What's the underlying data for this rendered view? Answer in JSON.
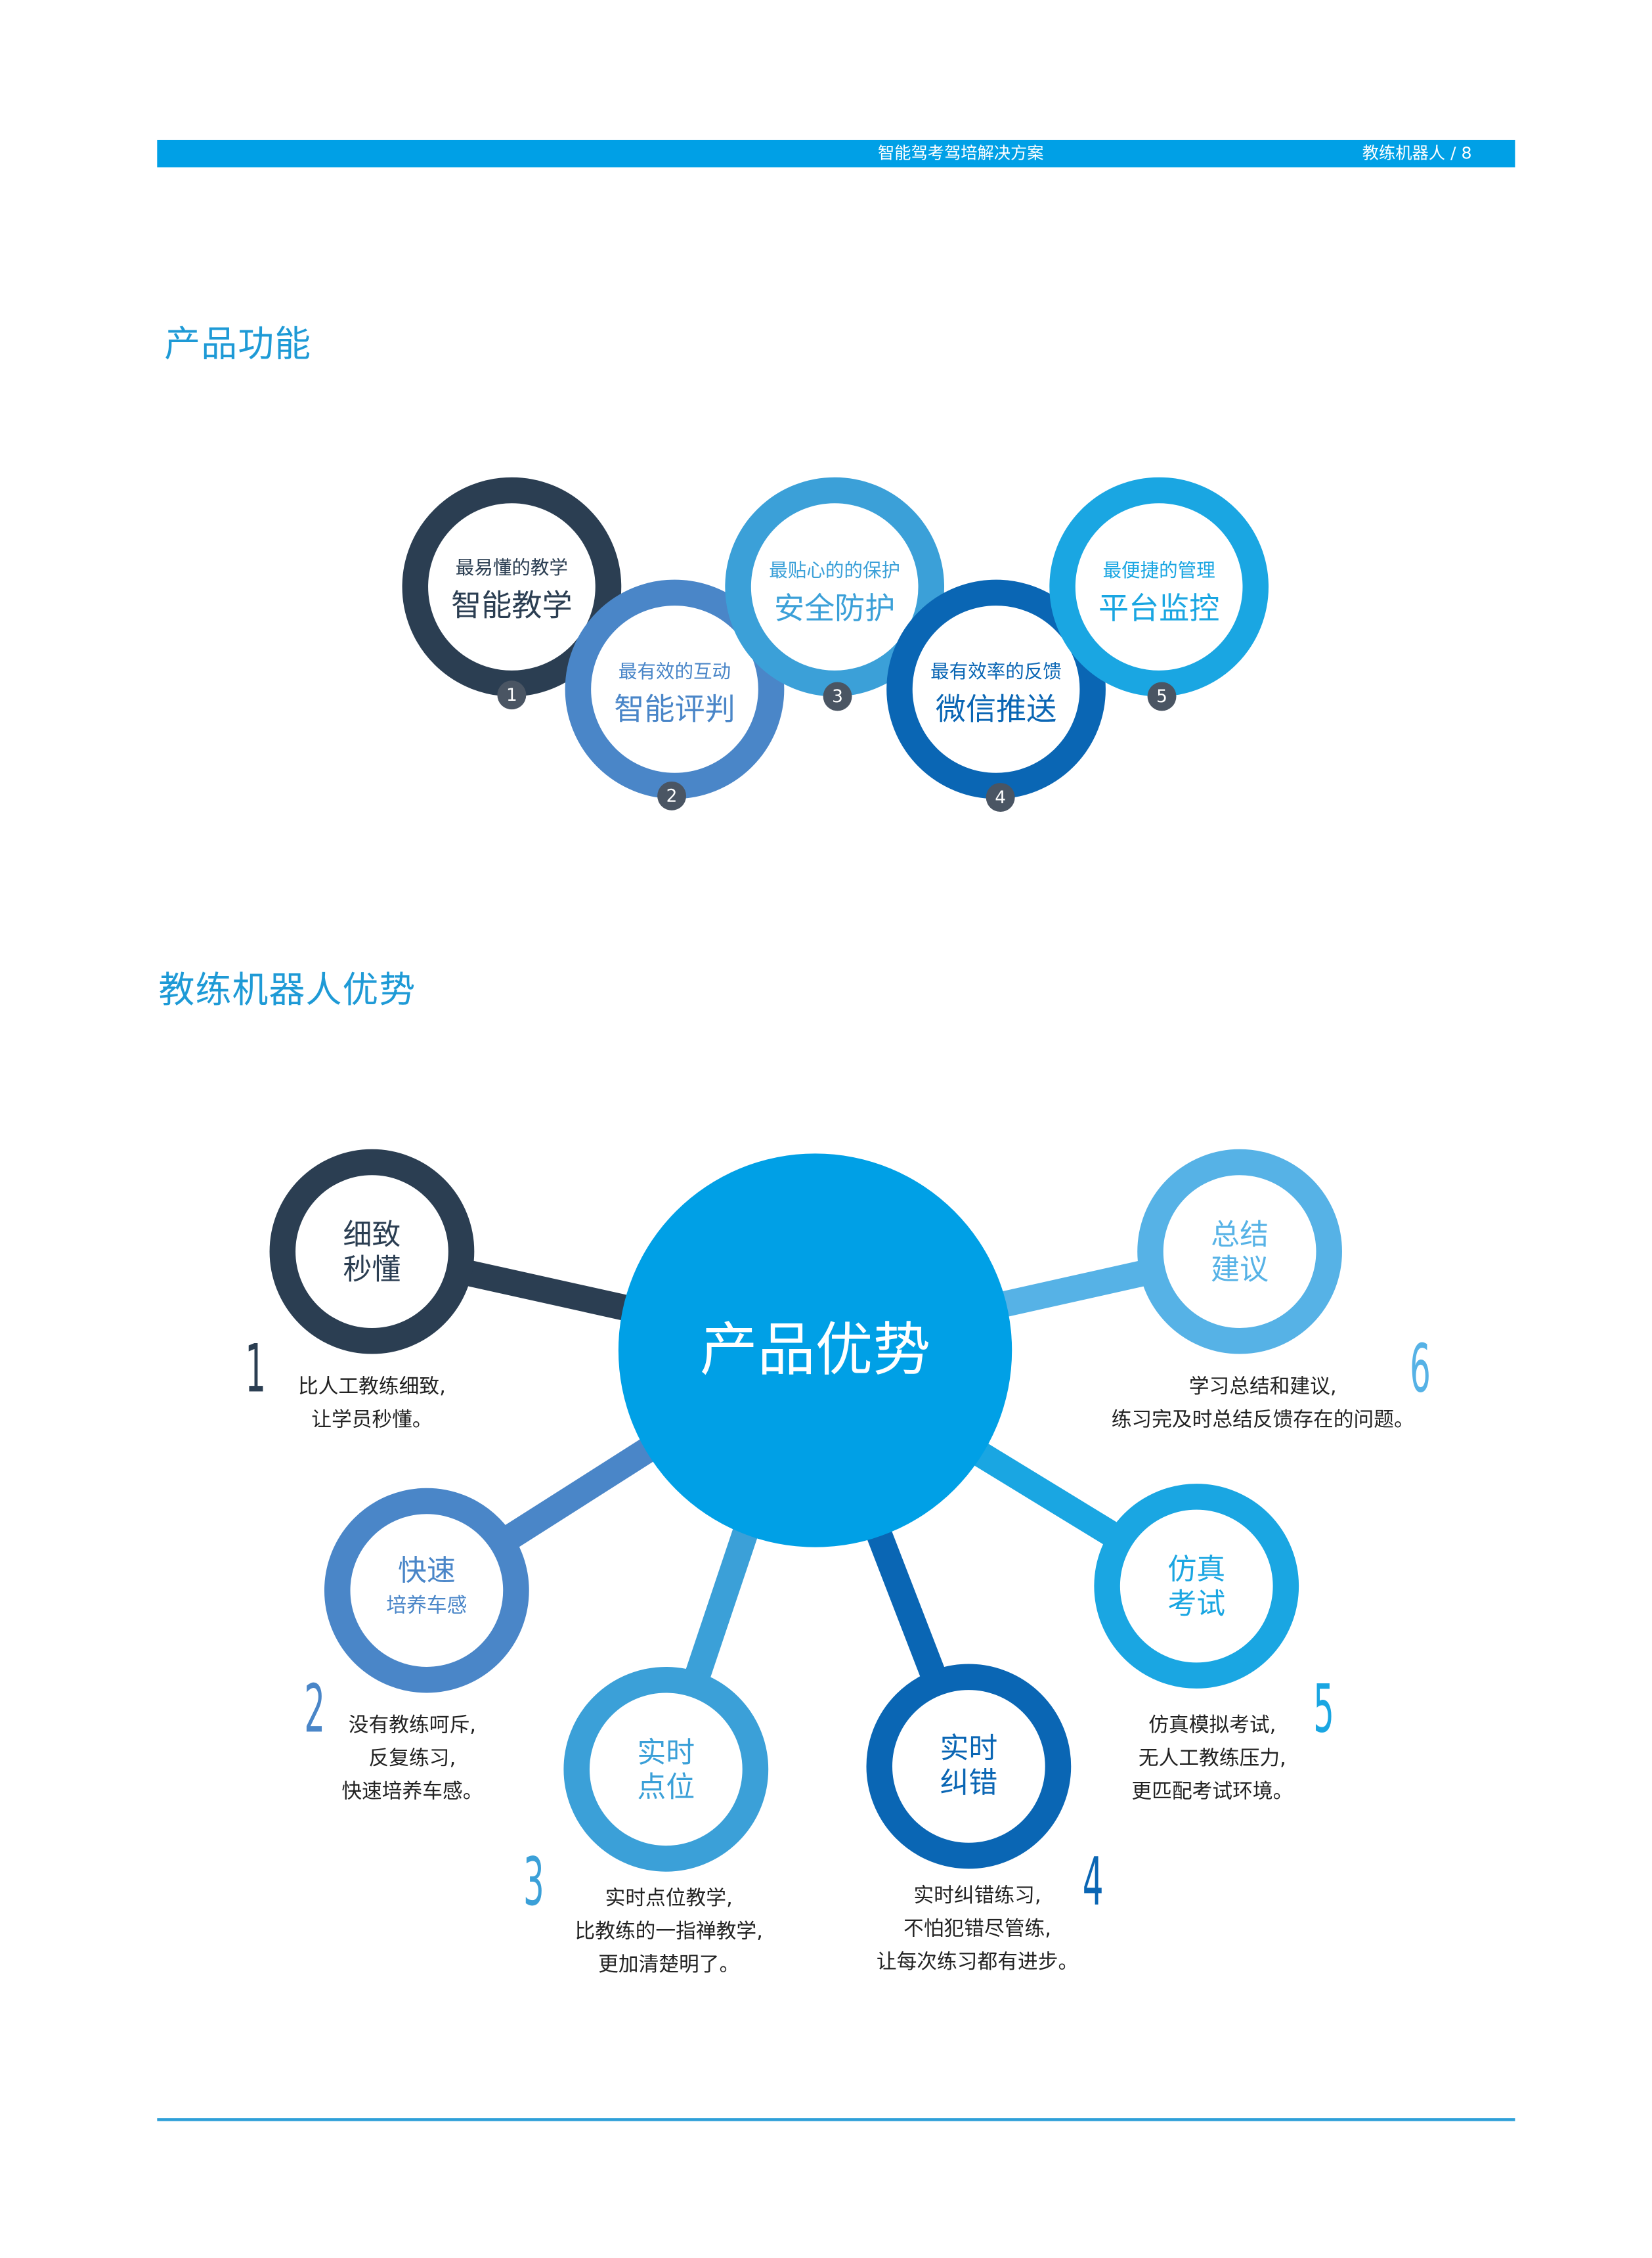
{
  "header": {
    "title": "智能驾考驾培解决方案",
    "page_label": "教练机器人 / 8"
  },
  "section_features": {
    "title": "产品功能",
    "items": [
      {
        "sub": "最易懂的教学",
        "main": "智能教学",
        "num": "1"
      },
      {
        "sub": "最有效的互动",
        "main": "智能评判",
        "num": "2"
      },
      {
        "sub": "最贴心的的保护",
        "main": "安全防护",
        "num": "3"
      },
      {
        "sub": "最有效率的反馈",
        "main": "微信推送",
        "num": "4"
      },
      {
        "sub": "最便捷的管理",
        "main": "平台监控",
        "num": "5"
      }
    ]
  },
  "section_advantages": {
    "title": "教练机器人优势",
    "center": "产品优势",
    "items": [
      {
        "num": "1",
        "line1": "细致",
        "line2": "秒懂",
        "desc": [
          "比人工教练细致,",
          "让学员秒懂。"
        ]
      },
      {
        "num": "2",
        "line1": "快速",
        "line2": "培养车感",
        "desc": [
          "没有教练呵斥,",
          "反复练习,",
          "快速培养车感。"
        ]
      },
      {
        "num": "3",
        "line1": "实时",
        "line2": "点位",
        "desc": [
          "实时点位教学,",
          "比教练的一指禅教学,",
          "更加清楚明了。"
        ]
      },
      {
        "num": "4",
        "line1": "实时",
        "line2": "纠错",
        "desc": [
          "实时纠错练习,",
          "不怕犯错尽管练,",
          "让每次练习都有进步。"
        ]
      },
      {
        "num": "5",
        "line1": "仿真",
        "line2": "考试",
        "desc": [
          "仿真模拟考试,",
          "无人工教练压力,",
          "更匹配考试环境。"
        ]
      },
      {
        "num": "6",
        "line1": "总结",
        "line2": "建议",
        "desc": [
          "学习总结和建议,",
          "练习完及时总结反馈存在的问题。"
        ]
      }
    ]
  },
  "colors": {
    "brand_blue": "#00a0e6",
    "navy": "#2b3e52",
    "mid_blue": "#4a86c8",
    "sky_blue": "#3ba0d8",
    "deep_blue": "#0a66b4",
    "light_blue": "#1aa6e2",
    "pale_blue": "#56b2e6"
  }
}
